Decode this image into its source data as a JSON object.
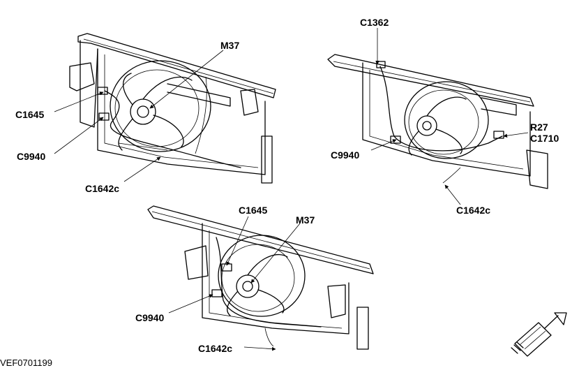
{
  "figure_code": "VEF0701199",
  "views": [
    {
      "name": "upper-left-view",
      "callouts": [
        "M37",
        "C1645",
        "C9940",
        "C1642c"
      ]
    },
    {
      "name": "upper-right-view",
      "callouts": [
        "C1362",
        "R27",
        "C1710",
        "C9940",
        "C1642c"
      ]
    },
    {
      "name": "lower-center-view",
      "callouts": [
        "C1645",
        "M37",
        "C9940",
        "C1642c"
      ]
    }
  ],
  "icon": "connector-icon"
}
